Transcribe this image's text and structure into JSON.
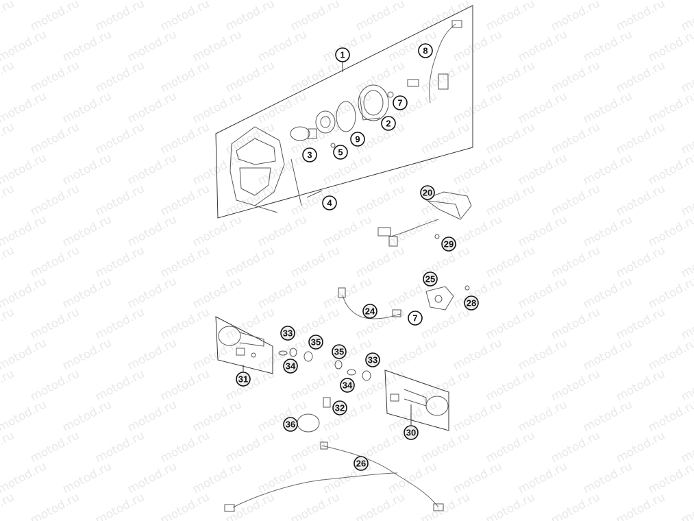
{
  "watermark": {
    "text": "motod.ru"
  },
  "callouts": [
    {
      "id": "1",
      "label": "1"
    },
    {
      "id": "2",
      "label": "2"
    },
    {
      "id": "3",
      "label": "3"
    },
    {
      "id": "4",
      "label": "4"
    },
    {
      "id": "5",
      "label": "5"
    },
    {
      "id": "7a",
      "label": "7"
    },
    {
      "id": "7b",
      "label": "7"
    },
    {
      "id": "8",
      "label": "8"
    },
    {
      "id": "9",
      "label": "9"
    },
    {
      "id": "20",
      "label": "20"
    },
    {
      "id": "24",
      "label": "24"
    },
    {
      "id": "25",
      "label": "25"
    },
    {
      "id": "26",
      "label": "26"
    },
    {
      "id": "28",
      "label": "28"
    },
    {
      "id": "29",
      "label": "29"
    },
    {
      "id": "30",
      "label": "30"
    },
    {
      "id": "31",
      "label": "31"
    },
    {
      "id": "32",
      "label": "32"
    },
    {
      "id": "33a",
      "label": "33"
    },
    {
      "id": "33b",
      "label": "33"
    },
    {
      "id": "34a",
      "label": "34"
    },
    {
      "id": "34b",
      "label": "34"
    },
    {
      "id": "35a",
      "label": "35"
    },
    {
      "id": "35b",
      "label": "35"
    },
    {
      "id": "36",
      "label": "36"
    }
  ]
}
